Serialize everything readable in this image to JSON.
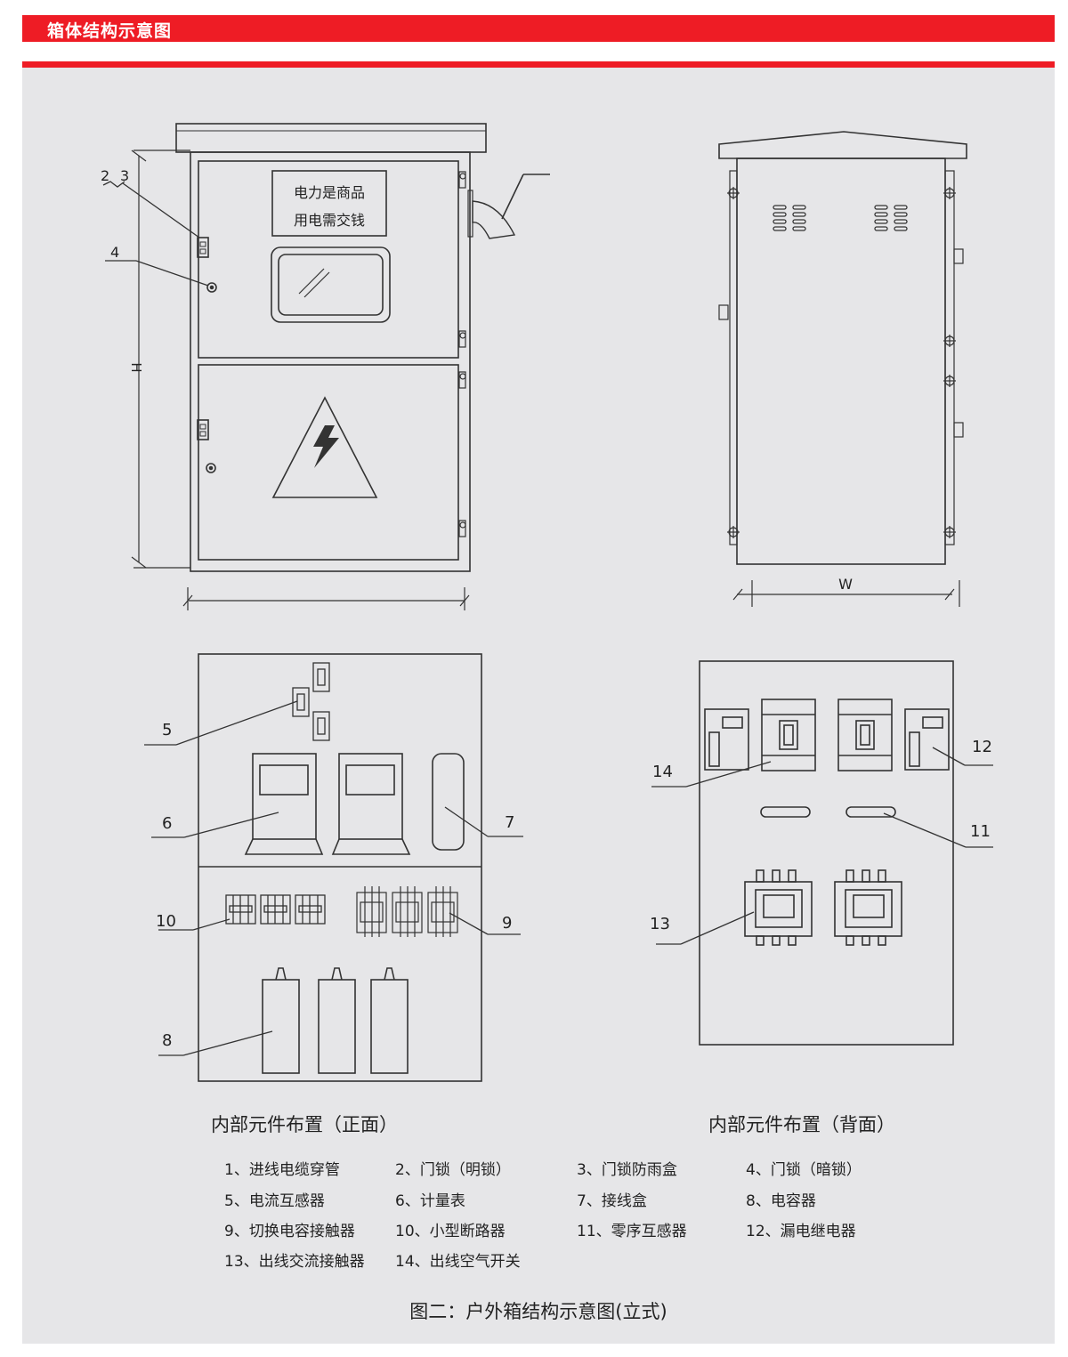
{
  "header": {
    "title": "箱体结构示意图",
    "accent": "#ee1c25"
  },
  "front_view": {
    "sign_line1": "电力是商品",
    "sign_line2": "用电需交钱",
    "labels": {
      "l2": "2",
      "l3": "3",
      "l4": "4",
      "height": "H"
    }
  },
  "side_view": {
    "labels": {
      "width": "W"
    }
  },
  "inner_front": {
    "title": "内部元件布置（正面）",
    "labels": {
      "l5": "5",
      "l6": "6",
      "l7": "7",
      "l8": "8",
      "l9": "9",
      "l10": "10"
    }
  },
  "inner_back": {
    "title": "内部元件布置（背面）",
    "labels": {
      "l11": "11",
      "l12": "12",
      "l13": "13",
      "l14": "14"
    }
  },
  "legend": [
    "1、进线电缆穿管",
    "2、门锁（明锁）",
    "3、门锁防雨盒",
    "4、门锁（暗锁）",
    "5、电流互感器",
    "6、计量表",
    "7、接线盒",
    "8、电容器",
    "9、切换电容接触器",
    "10、小型断路器",
    "11、零序互感器",
    "12、漏电继电器",
    "13、出线交流接触器",
    "14、出线空气开关"
  ],
  "caption": "图二：户外箱结构示意图(立式)"
}
